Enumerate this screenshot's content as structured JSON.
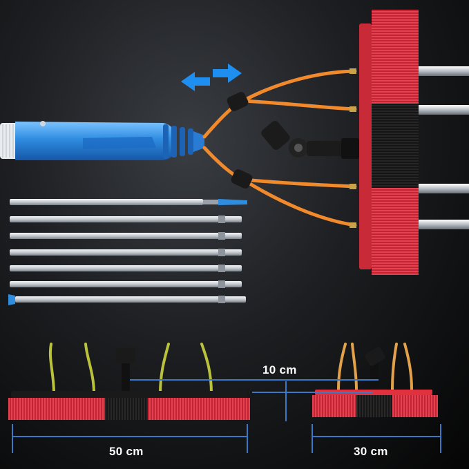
{
  "product": {
    "type": "water-fed telescopic pole brush kit"
  },
  "dimensions": {
    "large_brush_width": "50 cm",
    "small_brush_width": "30 cm",
    "height_difference": "10 cm"
  },
  "pole_sections": {
    "count": 7
  },
  "colors": {
    "bristle_red": "#e0313f",
    "bristle_black": "#1a1a1a",
    "hose_orange": "#f08a2c",
    "hose_yellow": "#b9c23a",
    "pole_blue": "#2f8de0",
    "arrow_blue": "#1f8ef1",
    "dimension_line": "#3b79c6"
  },
  "icons": {
    "arrow": "double-arrow-left-right-icon"
  }
}
